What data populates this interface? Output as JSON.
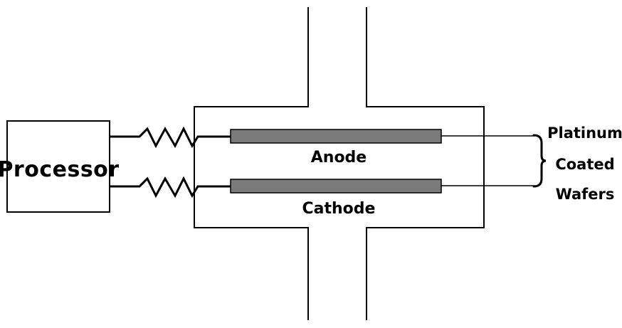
{
  "diagram": {
    "processor_label": "Processor",
    "anode_label": "Anode",
    "cathode_label": "Cathode",
    "wafers_label": [
      "Platinum",
      "Coated",
      "Wafers"
    ],
    "colors": {
      "line": "#000000",
      "electrode_fill": "#7a7a7a",
      "background": "#ffffff"
    }
  }
}
